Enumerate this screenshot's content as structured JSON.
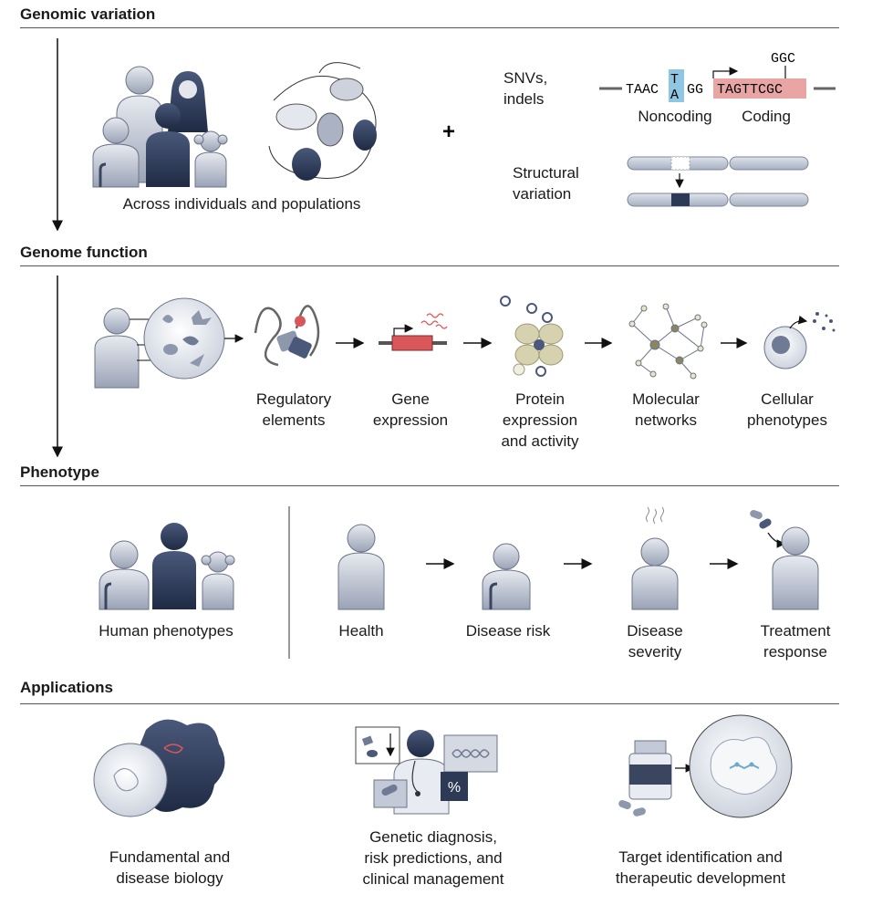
{
  "sections": {
    "genomic_variation": "Genomic variation",
    "genome_function": "Genome function",
    "phenotype": "Phenotype",
    "applications": "Applications"
  },
  "variation": {
    "populations_label": "Across individuals and populations",
    "plus": "+",
    "snv_label_1": "SNVs,",
    "snv_label_2": "indels",
    "seq_left": "TAAC",
    "seq_top_allele": "T",
    "seq_bottom_allele": "A",
    "seq_mid": "GG",
    "seq_coding": "TAGTTCGC",
    "seq_alt": "GGC",
    "noncoding": "Noncoding",
    "coding": "Coding",
    "sv_label_1": "Structural",
    "sv_label_2": "variation"
  },
  "function_steps": [
    [
      "Regulatory",
      "elements"
    ],
    [
      "Gene",
      "expression"
    ],
    [
      "Protein",
      "expression",
      "and activity"
    ],
    [
      "Molecular",
      "networks"
    ],
    [
      "Cellular",
      "phenotypes"
    ]
  ],
  "phenotype": {
    "human": "Human phenotypes",
    "steps": [
      [
        "Health"
      ],
      [
        "Disease risk"
      ],
      [
        "Disease",
        "severity"
      ],
      [
        "Treatment",
        "response"
      ]
    ]
  },
  "applications": [
    [
      "Fundamental and",
      "disease biology"
    ],
    [
      "Genetic diagnosis,",
      "risk predictions, and",
      "clinical management"
    ],
    [
      "Target identification and",
      "therapeutic development"
    ]
  ],
  "icon_text": {
    "percent": "%"
  },
  "colors": {
    "dark_person": "#2c3a55",
    "light_person": "#c3c9d6",
    "snv_highlight": "#8fc6e2",
    "coding_box": "#e9a4a4",
    "gene_red": "#d9575a",
    "protein": "#d6d1ae"
  }
}
